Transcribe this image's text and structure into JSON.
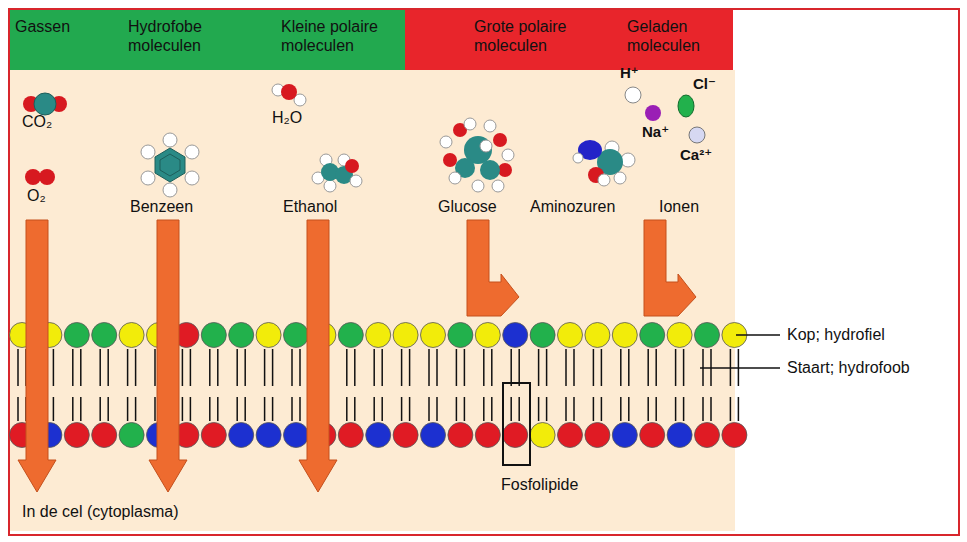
{
  "diagram": {
    "nodes": [
      {
        "text": [
          "Gassen"
        ]
      },
      {
        "text": [
          "Hydrofobe moleculen"
        ]
      },
      {
        "text": [
          "Kleine polaire moleculen"
        ]
      },
      {
        "text": [
          "Grote polaire moleculen"
        ]
      },
      {
        "text": [
          "Geladen moleculen"
        ]
      }
    ],
    "labels": [
      "CO₂",
      "O₂",
      "H₂O",
      "Benzeen",
      "Ethanol",
      "Glucose",
      "Aminozuren",
      "Ionen",
      "H⁺",
      "Cl⁻",
      "Na⁺",
      "Ca²⁺",
      "Kop; hydrofiel",
      "Staart; hydrofoob",
      "Fosfolipide",
      "In de cel (cytoplasma)"
    ]
  }
}
